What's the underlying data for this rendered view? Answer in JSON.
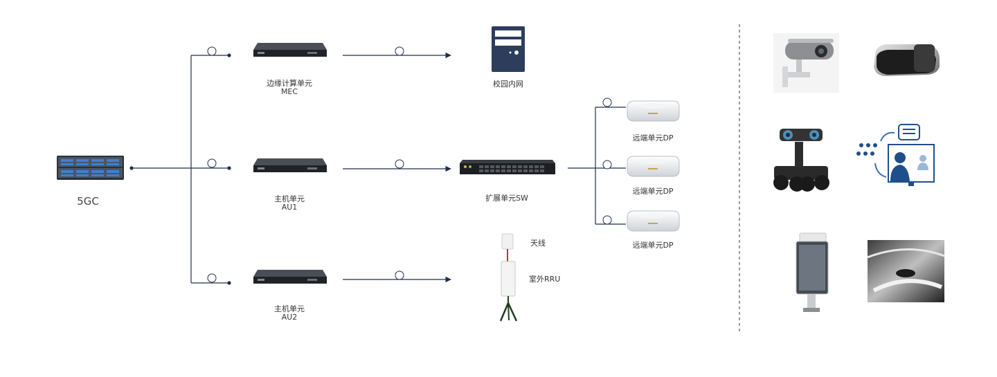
{
  "core": {
    "label": "5GC"
  },
  "mec": {
    "name": "边缘计算单元",
    "code": "MEC"
  },
  "campus": {
    "label": "校园内网"
  },
  "au1": {
    "name": "主机单元",
    "code": "AU1"
  },
  "au2": {
    "name": "主机单元",
    "code": "AU2"
  },
  "switch": {
    "label": "扩展单元SW"
  },
  "dp": {
    "labels": [
      "远端单元DP",
      "远端单元DP",
      "远端单元DP"
    ]
  },
  "rru": {
    "antenna_label": "天线",
    "outdoor_label": "室外RRU"
  },
  "colors": {
    "line": "#1f2d4e",
    "device_dark": "#2a2d33",
    "server_blue": "#2b4d8c",
    "campus_server": "#2c3e5c"
  },
  "apps": [
    "surveillance-camera-icon",
    "vr-headset-icon",
    "patrol-robot-icon",
    "remote-classroom-icon",
    "face-recognition-terminal-icon",
    "smart-space-icon"
  ]
}
